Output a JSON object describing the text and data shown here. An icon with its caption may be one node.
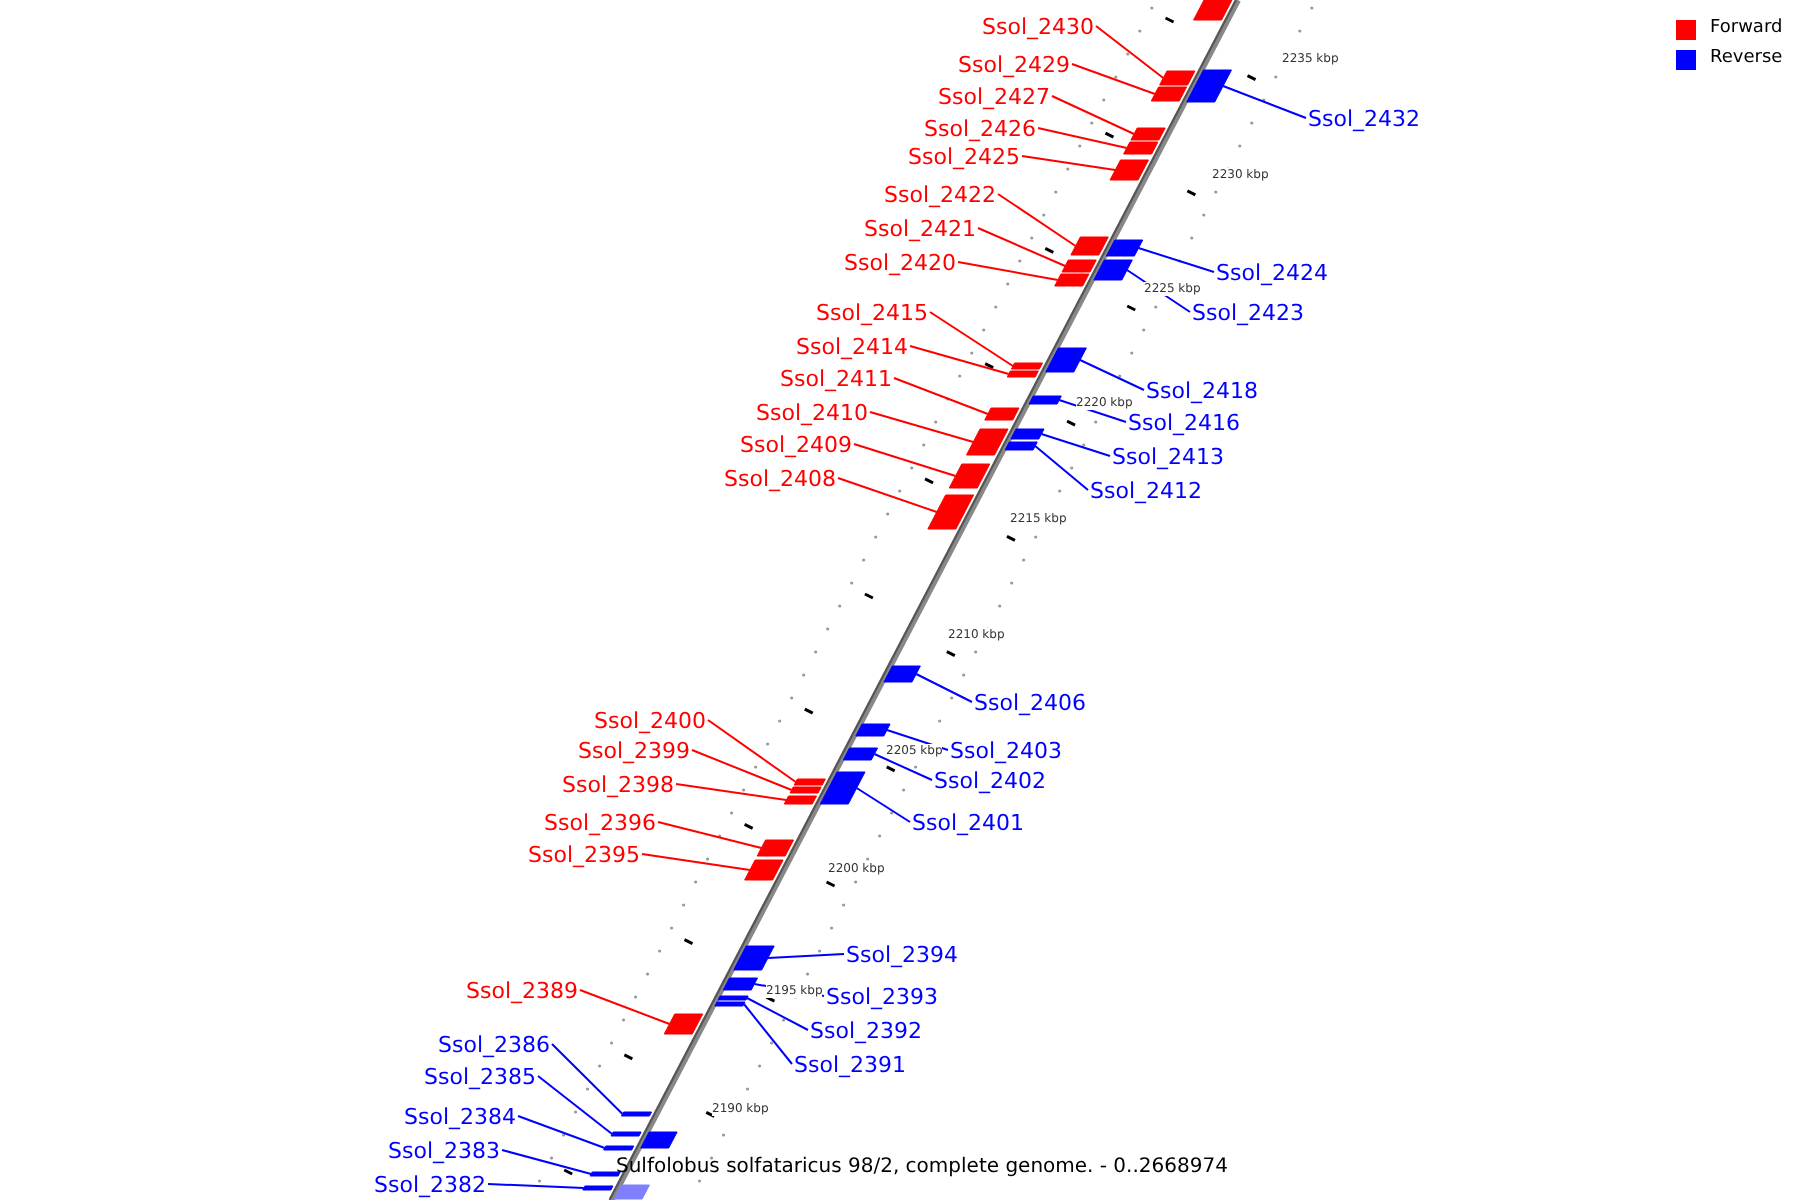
{
  "diagram": {
    "caption": "Sulfolobus solfataricus 98/2, complete genome. - 0..2668974",
    "nodes": [
      {
        "text": [
          "Ssol_2430"
        ]
      },
      {
        "text": [
          "Ssol_2429"
        ]
      },
      {
        "text": [
          "Ssol_2427"
        ]
      },
      {
        "text": [
          "Ssol_2432"
        ]
      },
      {
        "text": [
          "Ssol_2426"
        ]
      },
      {
        "text": [
          "Ssol_2425"
        ]
      },
      {
        "text": [
          "Ssol_2422"
        ]
      },
      {
        "text": [
          "Ssol_2421"
        ]
      },
      {
        "text": [
          "Ssol_2420"
        ]
      },
      {
        "text": [
          "Ssol_2424"
        ]
      },
      {
        "text": [
          "Ssol_2423"
        ]
      },
      {
        "text": [
          "Ssol_2415"
        ]
      },
      {
        "text": [
          "Ssol_2414"
        ]
      },
      {
        "text": [
          "Ssol_2411"
        ]
      },
      {
        "text": [
          "Ssol_2418"
        ]
      },
      {
        "text": [
          "Ssol_2410"
        ]
      },
      {
        "text": [
          "Ssol_2416"
        ]
      },
      {
        "text": [
          "Ssol_2409"
        ]
      },
      {
        "text": [
          "Ssol_2413"
        ]
      },
      {
        "text": [
          "Ssol_2408"
        ]
      },
      {
        "text": [
          "Ssol_2412"
        ]
      },
      {
        "text": [
          "Ssol_2406"
        ]
      },
      {
        "text": [
          "Ssol_2400"
        ]
      },
      {
        "text": [
          "Ssol_2399"
        ]
      },
      {
        "text": [
          "Ssol_2403"
        ]
      },
      {
        "text": [
          "Ssol_2402"
        ]
      },
      {
        "text": [
          "Ssol_2398"
        ]
      },
      {
        "text": [
          "Ssol_2401"
        ]
      },
      {
        "text": [
          "Ssol_2396"
        ]
      },
      {
        "text": [
          "Ssol_2395"
        ]
      },
      {
        "text": [
          "Ssol_2394"
        ]
      },
      {
        "text": [
          "Ssol_2389"
        ]
      },
      {
        "text": [
          "Ssol_2393"
        ]
      },
      {
        "text": [
          "Ssol_2392"
        ]
      },
      {
        "text": [
          "Ssol_2391"
        ]
      },
      {
        "text": [
          "Ssol_2386"
        ]
      },
      {
        "text": [
          "Ssol_2385"
        ]
      },
      {
        "text": [
          "Ssol_2384"
        ]
      },
      {
        "text": [
          "Ssol_2383"
        ]
      },
      {
        "text": [
          "Ssol_2382"
        ]
      },
      {
        "text": [],
        "shape": "bar"
      },
      {
        "text": [],
        "shape": "bar"
      },
      {
        "text": [],
        "shape": "bar"
      },
      {
        "text": [],
        "shape": "bar"
      },
      {
        "text": [],
        "shape": "bar"
      },
      {
        "text": [],
        "shape": "bar"
      },
      {
        "text": [],
        "shape": "bar"
      },
      {
        "text": [],
        "shape": "bar"
      },
      {
        "text": [],
        "shape": "bar"
      },
      {
        "text": [],
        "shape": "bar"
      },
      {
        "text": [],
        "shape": "bar"
      },
      {
        "text": [],
        "shape": "bar"
      },
      {
        "text": [],
        "shape": "bar"
      },
      {
        "text": [],
        "shape": "bar"
      },
      {
        "text": [],
        "shape": "bar"
      },
      {
        "text": [],
        "shape": "bar"
      },
      {
        "text": [],
        "shape": "bar"
      },
      {
        "text": [],
        "shape": "bar"
      },
      {
        "text": [],
        "shape": "bar"
      },
      {
        "text": [],
        "shape": "bar"
      },
      {
        "text": [],
        "shape": "bar"
      },
      {
        "text": [],
        "shape": "bar"
      },
      {
        "text": [],
        "shape": "bar"
      },
      {
        "text": [],
        "shape": "bar"
      },
      {
        "text": [],
        "shape": "bar"
      },
      {
        "text": [],
        "shape": "bar"
      },
      {
        "text": [],
        "shape": "bar"
      },
      {
        "text": [],
        "shape": "bar"
      },
      {
        "text": [],
        "shape": "bar"
      },
      {
        "text": [],
        "shape": "bar"
      },
      {
        "text": [],
        "shape": "bar"
      },
      {
        "text": [],
        "shape": "bar"
      },
      {
        "text": [],
        "shape": "bar"
      },
      {
        "text": [],
        "shape": "bar"
      },
      {
        "text": [],
        "shape": "bar"
      },
      {
        "text": [],
        "shape": "bar"
      },
      {
        "text": [],
        "shape": "bar"
      },
      {
        "text": [],
        "shape": "bar"
      },
      {
        "text": [],
        "shape": "bar"
      },
      {
        "text": [],
        "shape": "bar"
      },
      {
        "text": [],
        "shape": "bar"
      },
      {
        "text": [],
        "shape": "bar"
      },
      {
        "text": [],
        "shape": "bar"
      }
    ],
    "edges": [
      {
        "from": 0,
        "to": 40,
        "arrow": "none",
        "color": "#ff0000"
      },
      {
        "from": 1,
        "to": 41,
        "arrow": "none",
        "color": "#ff0000"
      },
      {
        "from": 2,
        "to": 42,
        "arrow": "none",
        "color": "#ff0000"
      },
      {
        "from": 3,
        "to": 43,
        "arrow": "none",
        "color": "#0000ff"
      },
      {
        "from": 4,
        "to": 44,
        "arrow": "none",
        "color": "#ff0000"
      },
      {
        "from": 5,
        "to": 45,
        "arrow": "none",
        "color": "#ff0000"
      },
      {
        "from": 6,
        "to": 46,
        "arrow": "none",
        "color": "#ff0000"
      },
      {
        "from": 7,
        "to": 47,
        "arrow": "none",
        "color": "#ff0000"
      },
      {
        "from": 8,
        "to": 48,
        "arrow": "none",
        "color": "#ff0000"
      },
      {
        "from": 9,
        "to": 49,
        "arrow": "none",
        "color": "#0000ff"
      },
      {
        "from": 10,
        "to": 50,
        "arrow": "none",
        "color": "#0000ff"
      },
      {
        "from": 11,
        "to": 51,
        "arrow": "none",
        "color": "#ff0000"
      },
      {
        "from": 12,
        "to": 52,
        "arrow": "none",
        "color": "#ff0000"
      },
      {
        "from": 13,
        "to": 53,
        "arrow": "none",
        "color": "#ff0000"
      },
      {
        "from": 14,
        "to": 54,
        "arrow": "none",
        "color": "#0000ff"
      },
      {
        "from": 15,
        "to": 55,
        "arrow": "none",
        "color": "#ff0000"
      },
      {
        "from": 16,
        "to": 56,
        "arrow": "none",
        "color": "#0000ff"
      },
      {
        "from": 17,
        "to": 57,
        "arrow": "none",
        "color": "#ff0000"
      },
      {
        "from": 18,
        "to": 58,
        "arrow": "none",
        "color": "#0000ff"
      },
      {
        "from": 19,
        "to": 59,
        "arrow": "none",
        "color": "#ff0000"
      },
      {
        "from": 20,
        "to": 60,
        "arrow": "none",
        "color": "#0000ff"
      },
      {
        "from": 21,
        "to": 61,
        "arrow": "none",
        "color": "#0000ff"
      },
      {
        "from": 22,
        "to": 62,
        "arrow": "none",
        "color": "#ff0000"
      },
      {
        "from": 23,
        "to": 63,
        "arrow": "none",
        "color": "#ff0000"
      },
      {
        "from": 24,
        "to": 64,
        "arrow": "none",
        "color": "#0000ff"
      },
      {
        "from": 25,
        "to": 65,
        "arrow": "none",
        "color": "#0000ff"
      },
      {
        "from": 26,
        "to": 66,
        "arrow": "none",
        "color": "#ff0000"
      },
      {
        "from": 27,
        "to": 67,
        "arrow": "none",
        "color": "#0000ff"
      },
      {
        "from": 28,
        "to": 68,
        "arrow": "none",
        "color": "#ff0000"
      },
      {
        "from": 29,
        "to": 69,
        "arrow": "none",
        "color": "#ff0000"
      },
      {
        "from": 30,
        "to": 70,
        "arrow": "none",
        "color": "#0000ff"
      },
      {
        "from": 31,
        "to": 71,
        "arrow": "none",
        "color": "#ff0000"
      },
      {
        "from": 32,
        "to": 72,
        "arrow": "none",
        "color": "#0000ff"
      },
      {
        "from": 33,
        "to": 73,
        "arrow": "none",
        "color": "#0000ff"
      },
      {
        "from": 34,
        "to": 74,
        "arrow": "none",
        "color": "#0000ff"
      },
      {
        "from": 35,
        "to": 75,
        "arrow": "none",
        "color": "#0000ff"
      },
      {
        "from": 36,
        "to": 76,
        "arrow": "none",
        "color": "#0000ff"
      },
      {
        "from": 37,
        "to": 77,
        "arrow": "none",
        "color": "#0000ff"
      },
      {
        "from": 38,
        "to": 78,
        "arrow": "none",
        "color": "#0000ff"
      },
      {
        "from": 39,
        "to": 79,
        "arrow": "none",
        "color": "#0000ff"
      }
    ],
    "labels": [
      "2235 kbp",
      "2230 kbp",
      "2225 kbp",
      "2220 kbp",
      "2215 kbp",
      "2210 kbp",
      "2205 kbp",
      "2200 kbp",
      "2195 kbp",
      "2190 kbp"
    ],
    "legend": [
      {
        "text": "Forward",
        "color": "#ff0000"
      },
      {
        "text": "Reverse",
        "color": "#0000ff"
      }
    ]
  }
}
